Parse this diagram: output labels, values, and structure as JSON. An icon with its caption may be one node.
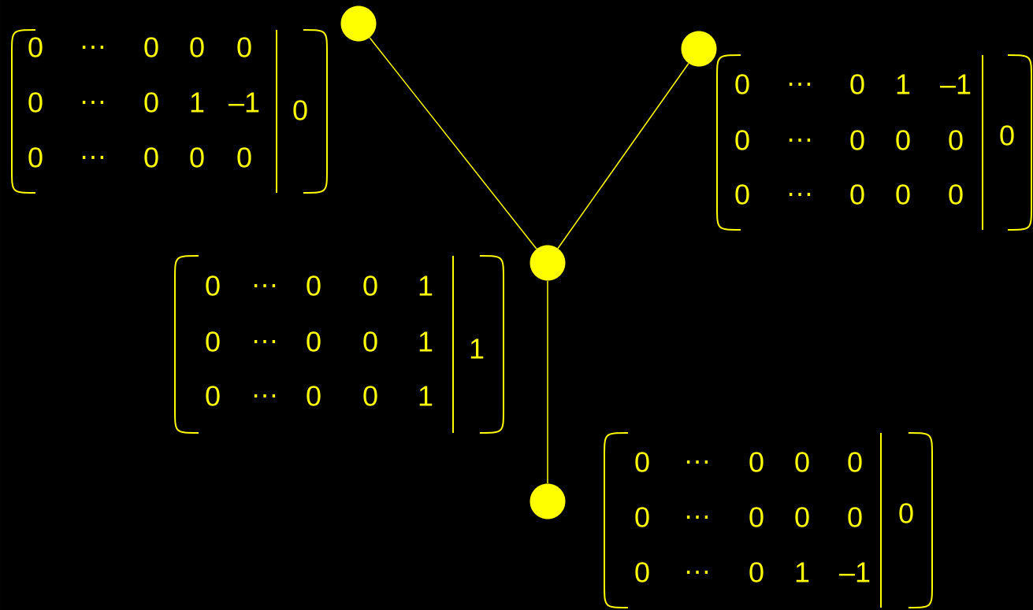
{
  "diagram": {
    "nodes": [
      {
        "text": [
          "0",
          "…",
          "0",
          "0",
          "0",
          "0",
          "…",
          "0",
          "1",
          "–1",
          "0",
          "…",
          "0",
          "0",
          "0",
          "0"
        ]
      },
      {
        "text": [],
        "shape": "circle"
      },
      {
        "text": [],
        "shape": "circle"
      },
      {
        "text": [
          "0",
          "…",
          "0",
          "1",
          "–1",
          "0",
          "…",
          "0",
          "0",
          "0",
          "0",
          "…",
          "0",
          "0",
          "0",
          "0"
        ]
      },
      {
        "text": [
          "0",
          "…",
          "0",
          "0",
          "1",
          "0",
          "…",
          "0",
          "0",
          "1",
          "0",
          "…",
          "0",
          "0",
          "1",
          "1"
        ]
      },
      {
        "text": [],
        "shape": "circle"
      },
      {
        "text": [],
        "shape": "circle"
      },
      {
        "text": [
          "0",
          "…",
          "0",
          "0",
          "0",
          "0",
          "…",
          "0",
          "0",
          "0",
          "0",
          "…",
          "0",
          "1",
          "–1",
          "0"
        ]
      }
    ],
    "edges": [
      {
        "from": 1,
        "to": 5,
        "arrow": "none"
      },
      {
        "from": 2,
        "to": 5,
        "arrow": "none"
      },
      {
        "from": 5,
        "to": 6,
        "arrow": "none"
      }
    ]
  }
}
